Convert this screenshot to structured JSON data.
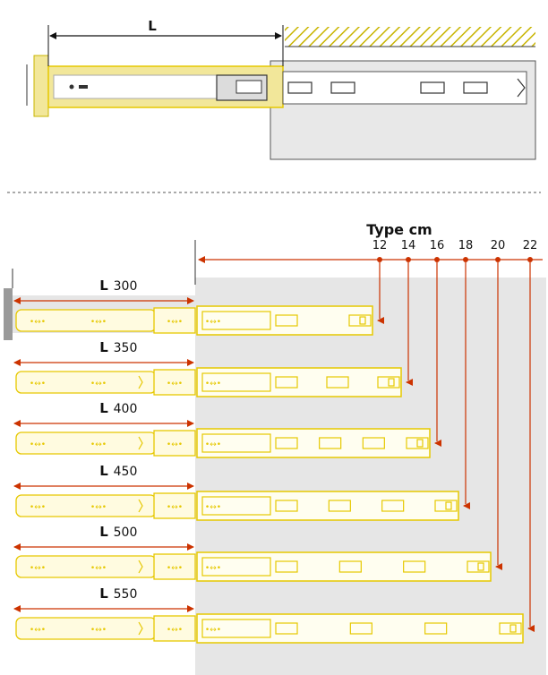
{
  "top_diagram": {
    "length_label": "L"
  },
  "bottom_diagram": {
    "type_label": "Type cm",
    "length_prefix": "L",
    "types": [
      "12",
      "14",
      "16",
      "18",
      "20",
      "22"
    ],
    "rails": [
      {
        "length": "300",
        "type": "12"
      },
      {
        "length": "350",
        "type": "14"
      },
      {
        "length": "400",
        "type": "16"
      },
      {
        "length": "450",
        "type": "18"
      },
      {
        "length": "500",
        "type": "20"
      },
      {
        "length": "550",
        "type": "22"
      }
    ]
  },
  "colors": {
    "rail_yellow": "#f2e79a",
    "rail_outline": "#e6c800",
    "arrow_red": "#cc3300",
    "cabinet_gray": "#e6e6e6",
    "hatch": "#c8b400"
  }
}
